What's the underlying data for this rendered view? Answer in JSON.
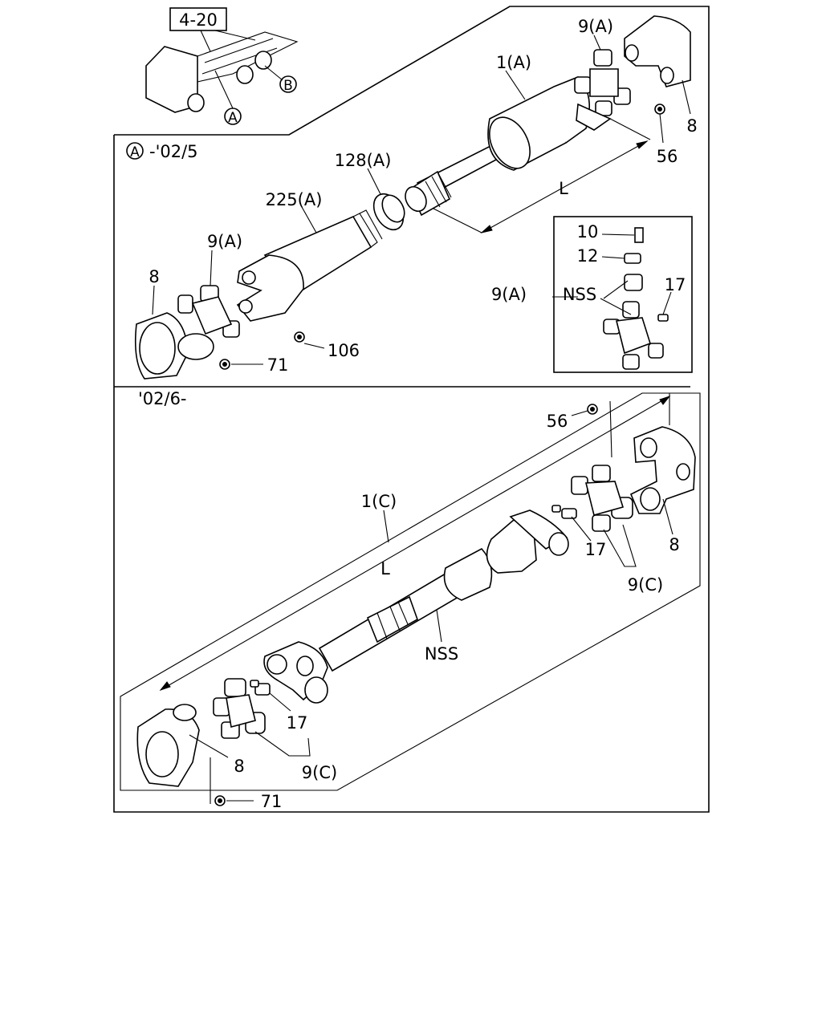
{
  "reference_box": "4-20",
  "circle_a": "A",
  "circle_b": "B",
  "section_a": {
    "marker": "A",
    "date": "-'02/5"
  },
  "section_c": {
    "date": "'02/6-"
  },
  "labels": {
    "p1a": "1(A)",
    "p9a_top": "9(A)",
    "p8_top": "8",
    "p56_top": "56",
    "p128a": "128(A)",
    "p225a": "225(A)",
    "l_top": "L",
    "p9a_left": "9(A)",
    "p8_left": "8",
    "p106": "106",
    "p71_top": "71",
    "inset_10": "10",
    "inset_12": "12",
    "inset_9a": "9(A)",
    "inset_nss": "NSS",
    "inset_17": "17",
    "p56_bot": "56",
    "p1c": "1(C)",
    "p8_bot_right": "8",
    "p17_bot_right": "17",
    "p9c_bot_right": "9(C)",
    "l_bot": "L",
    "nss_bot": "NSS",
    "p17_bot_left": "17",
    "p8_bot_left": "8",
    "p9c_bot_left": "9(C)",
    "p71_bot": "71"
  }
}
